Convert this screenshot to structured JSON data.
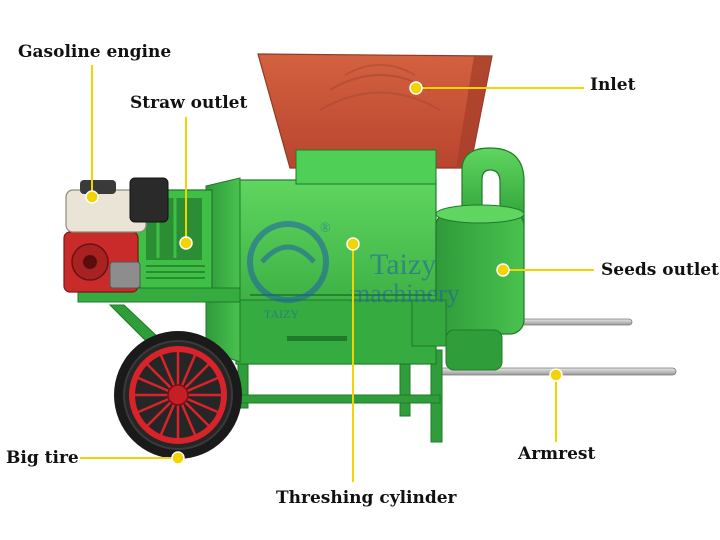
{
  "colors": {
    "leader": "#f2d400",
    "machine_green": "#3fbf45",
    "hopper_rust": "#c8553a",
    "tire": "#1a1a1a",
    "rim": "#d9232a",
    "label_text": "#111111"
  },
  "watermark": {
    "brand": "Taizy",
    "subtitle": "machinery",
    "mark": "®",
    "small": "TAIZY"
  },
  "labels": {
    "gasoline_engine": "Gasoline engine",
    "straw_outlet": "Straw outlet",
    "inlet": "Inlet",
    "seeds_outlet": "Seeds outlet",
    "big_tire": "Big tire",
    "threshing_cylinder": "Threshing cylinder",
    "armrest": "Armrest"
  }
}
